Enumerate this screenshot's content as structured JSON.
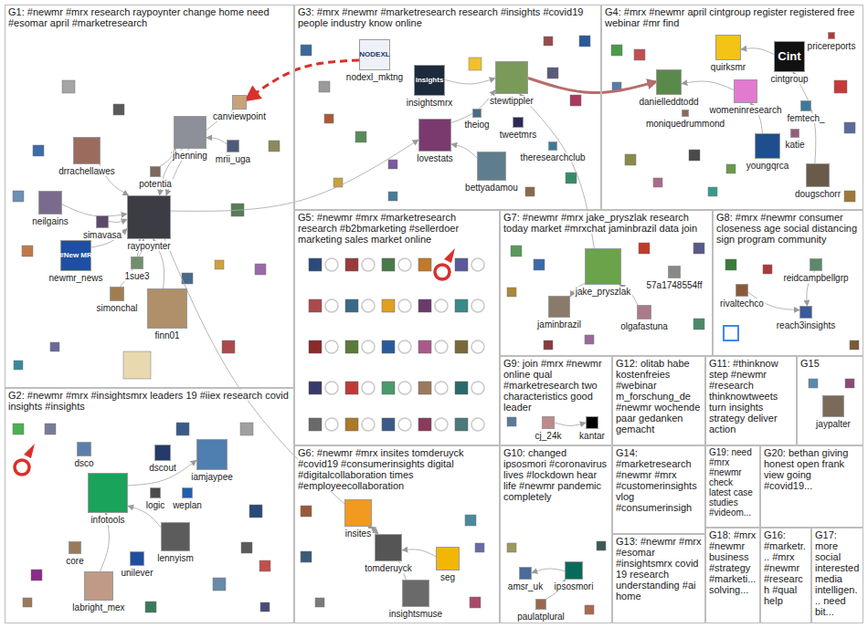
{
  "diagram": {
    "nodes": [
      {
        "text": [
          "G1: #newmr #mrx research raypoynter change home need #esomar april #marketresearch"
        ]
      },
      {
        "text": [
          "canviewpoint"
        ],
        "in": 0
      },
      {
        "text": [
          "jhenning"
        ],
        "in": 0
      },
      {
        "text": [
          "mrii_uga"
        ],
        "in": 0
      },
      {
        "text": [
          "potentia"
        ],
        "in": 0
      },
      {
        "text": [
          "drrachellawes"
        ],
        "in": 0
      },
      {
        "text": [
          "neilgains"
        ],
        "in": 0
      },
      {
        "text": [
          "simavasa"
        ],
        "in": 0
      },
      {
        "text": [
          "newmr_news"
        ],
        "in": 0
      },
      {
        "text": [
          "raypoynter"
        ],
        "in": 0
      },
      {
        "text": [
          "1sue3"
        ],
        "in": 0
      },
      {
        "text": [
          "simonchal"
        ],
        "in": 0
      },
      {
        "text": [
          "finn01"
        ],
        "in": 0
      },
      {
        "text": [
          "G2: #newmr #mrx #insightsmrx leaders 19 #iiex research covid insights #insights"
        ]
      },
      {
        "text": [
          "dsco"
        ],
        "in": 13
      },
      {
        "text": [
          "infotools"
        ],
        "in": 13
      },
      {
        "text": [
          "dscout"
        ],
        "in": 13
      },
      {
        "text": [
          "iamjaypee"
        ],
        "in": 13
      },
      {
        "text": [
          "logic"
        ],
        "in": 13
      },
      {
        "text": [
          "weplan"
        ],
        "in": 13
      },
      {
        "text": [
          "lennyism"
        ],
        "in": 13
      },
      {
        "text": [
          "unilever"
        ],
        "in": 13
      },
      {
        "text": [
          "core"
        ],
        "in": 13
      },
      {
        "text": [
          "labright_mex"
        ],
        "in": 13
      },
      {
        "text": [
          "G3: #mrx #newmr #marketresearch research #insights #covid19 people industry know online"
        ]
      },
      {
        "text": [
          "nodexl_mktng"
        ],
        "in": 24
      },
      {
        "text": [
          "insightsmrx"
        ],
        "in": 24
      },
      {
        "text": [
          "stewtippler"
        ],
        "in": 24
      },
      {
        "text": [
          "lovestats"
        ],
        "in": 24
      },
      {
        "text": [
          "theiog"
        ],
        "in": 24
      },
      {
        "text": [
          "tweetmrs"
        ],
        "in": 24
      },
      {
        "text": [
          "theresearchclub"
        ],
        "in": 24
      },
      {
        "text": [
          "bettyadamou"
        ],
        "in": 24
      },
      {
        "text": [
          "G4: #mrx #newmr april cintgroup register registered free webinar #mr find"
        ]
      },
      {
        "text": [
          "pricereports"
        ],
        "in": 33
      },
      {
        "text": [
          "quirksmr"
        ],
        "in": 33
      },
      {
        "text": [
          "cintgroup"
        ],
        "in": 33
      },
      {
        "text": [
          "danielleddtodd"
        ],
        "in": 33
      },
      {
        "text": [
          "moniquedrummond"
        ],
        "in": 33
      },
      {
        "text": [
          "womeninresearch"
        ],
        "in": 33
      },
      {
        "text": [
          "femtech_"
        ],
        "in": 33
      },
      {
        "text": [
          "katie"
        ],
        "in": 33
      },
      {
        "text": [
          "youngqrca"
        ],
        "in": 33
      },
      {
        "text": [
          "dougschorr"
        ],
        "in": 33
      },
      {
        "text": [
          "G5: #newmr #mrx #marketresearch research #b2bmarketing #sellerdoer marketing sales market online"
        ]
      },
      {
        "text": [
          "G6: #newmr #mrx insites tomderuyck #covid19 #consumerinsights digital #digitalcollaboration times #employeecollaboration"
        ]
      },
      {
        "text": [
          "insites"
        ],
        "in": 45
      },
      {
        "text": [
          "tomderuyck"
        ],
        "in": 45
      },
      {
        "text": [
          "seg"
        ],
        "in": 45
      },
      {
        "text": [
          "insightsmuse"
        ],
        "in": 45
      },
      {
        "text": [
          "G7: #newmr #mrx jake_pryszlak research today market #mrxchat jaminbrazil data join"
        ]
      },
      {
        "text": [
          "jake_pryszlak"
        ],
        "in": 50
      },
      {
        "text": [
          "57a1748554ff"
        ],
        "in": 50
      },
      {
        "text": [
          "jaminbrazil"
        ],
        "in": 50
      },
      {
        "text": [
          "olgafastuna"
        ],
        "in": 50
      },
      {
        "text": [
          "G8: #mrx #newmr consumer closeness age social distancing sign program community"
        ]
      },
      {
        "text": [
          "reidcampbellgrp"
        ],
        "in": 55
      },
      {
        "text": [
          "rivaltechco"
        ],
        "in": 55
      },
      {
        "text": [
          "reach3insights"
        ],
        "in": 55
      },
      {
        "text": [
          "G9: join #mrx #newmr online qual #marketresearch two characteristics good leader"
        ]
      },
      {
        "text": [
          "cj_24k"
        ],
        "in": 59
      },
      {
        "text": [
          "kantar"
        ],
        "in": 59
      },
      {
        "text": [
          "G10: changed ipsosmori #coronavirus lives #lockdown hear life #newmr pandemic completely"
        ]
      },
      {
        "text": [
          "amsr_uk"
        ],
        "in": 62
      },
      {
        "text": [
          "ipsosmori"
        ],
        "in": 62
      },
      {
        "text": [
          "paulatplural"
        ],
        "in": 62
      },
      {
        "text": [
          "G12: olitab habe kostenfreies #webinar m_forschung_de #newmr wochende paar gedanken gemacht"
        ]
      },
      {
        "text": [
          "G11: #thinknow step #newmr #research thinknowtweets turn insights strategy deliver action"
        ]
      },
      {
        "text": [
          "G15"
        ]
      },
      {
        "text": [
          "jaypalter"
        ],
        "in": 68
      },
      {
        "text": [
          "G14: #marketresearch #newmr #mrx #customerinsights vlog #consumerinsigh"
        ]
      },
      {
        "text": [
          "G19: need #mrx #newmr check latest case studies #videom..."
        ]
      },
      {
        "text": [
          "G20: bethan giving honest open frank view going #covid19..."
        ]
      },
      {
        "text": [
          "G13: #newmr #mrx #esomar #insightsmrx covid 19 research understanding #ai home"
        ]
      },
      {
        "text": [
          "G18: #mrx #newmr business #strategy #marketi... solving..."
        ]
      },
      {
        "text": [
          "G16: #marketr... #mrx #newmr #research #qual help"
        ]
      },
      {
        "text": [
          "G17: more social interested media intelligen... need bit..."
        ]
      }
    ],
    "edges": [
      {
        "from": 25,
        "to": 1,
        "arrow": "to"
      },
      {
        "from": 1,
        "to": 9,
        "arrow": "to"
      },
      {
        "from": 2,
        "to": 9,
        "arrow": "to"
      },
      {
        "from": 5,
        "to": 9,
        "arrow": "to"
      },
      {
        "from": 6,
        "to": 9,
        "arrow": "to"
      },
      {
        "from": 8,
        "to": 9,
        "arrow": "to"
      },
      {
        "from": 12,
        "to": 9,
        "arrow": "to"
      },
      {
        "from": 10,
        "to": 9,
        "arrow": "to"
      },
      {
        "from": 7,
        "to": 9,
        "arrow": "to"
      },
      {
        "from": 11,
        "to": 9,
        "arrow": "to"
      },
      {
        "from": 3,
        "to": 2,
        "arrow": "to"
      },
      {
        "from": 4,
        "to": 2,
        "arrow": "to"
      },
      {
        "from": 26,
        "to": 27,
        "arrow": "to"
      },
      {
        "from": 28,
        "to": 27,
        "arrow": "to"
      },
      {
        "from": 32,
        "to": 28,
        "arrow": "to"
      },
      {
        "from": 27,
        "to": 37,
        "arrow": "to"
      },
      {
        "from": 39,
        "to": 37,
        "arrow": "to"
      },
      {
        "from": 36,
        "to": 35,
        "arrow": "to"
      },
      {
        "from": 42,
        "to": 39,
        "arrow": "to"
      },
      {
        "from": 43,
        "to": 36,
        "arrow": "to"
      },
      {
        "from": 9,
        "to": 28,
        "arrow": "to"
      },
      {
        "from": 9,
        "to": 47,
        "arrow": "to"
      },
      {
        "from": 15,
        "to": 17,
        "arrow": "to"
      },
      {
        "from": 20,
        "to": 15,
        "arrow": "to"
      },
      {
        "from": 23,
        "to": 15,
        "arrow": "to"
      },
      {
        "from": 47,
        "to": 46,
        "arrow": "to"
      },
      {
        "from": 49,
        "to": 46,
        "arrow": "to"
      },
      {
        "from": 48,
        "to": 47,
        "arrow": "to"
      },
      {
        "from": 51,
        "to": 53,
        "arrow": "to"
      },
      {
        "from": 54,
        "to": 51,
        "arrow": "to"
      },
      {
        "from": 51,
        "to": 27,
        "arrow": "to"
      },
      {
        "from": 64,
        "to": 63,
        "arrow": "to"
      },
      {
        "from": 65,
        "to": 64,
        "arrow": "to"
      },
      {
        "from": 60,
        "to": 61,
        "arrow": "to"
      },
      {
        "from": 57,
        "to": 58,
        "arrow": "to"
      },
      {
        "from": 56,
        "to": 58,
        "arrow": "to"
      }
    ],
    "labels": [
      "NODEXL",
      "insights",
      "#New MR",
      "Cint"
    ]
  }
}
